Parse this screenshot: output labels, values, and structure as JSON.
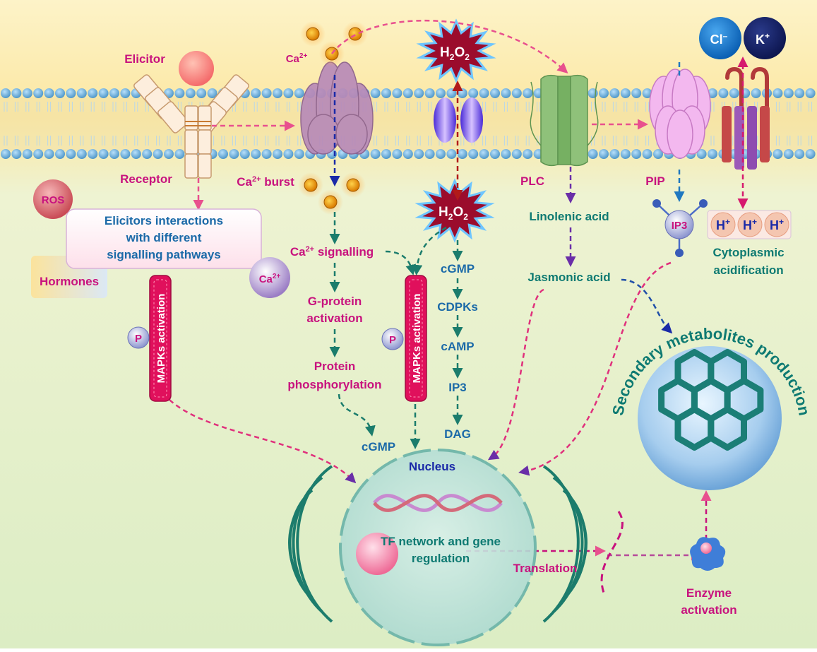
{
  "labels": {
    "elicitor": "Elicitor",
    "receptor": "Receptor",
    "ca_top": "Ca",
    "ca_burst": "Ca",
    "ca_burst_suffix": " burst",
    "ca_signalling": "Ca",
    "ca_signalling_suffix": " signalling",
    "ca_bubble": "Ca",
    "sup_2plus": "2+",
    "h2o2_h": "H",
    "h2o2_o": "O",
    "sub_2": "2",
    "cl": "Cl",
    "k": "K",
    "sup_minus": "–",
    "sup_plus": "+",
    "ros": "ROS",
    "hormones": "Hormones",
    "elicitors_box": [
      "Elicitors interactions",
      "with different",
      "signalling pathways"
    ],
    "mapks": "MAPKs activation",
    "p": "P",
    "gprotein": [
      "G-protein",
      "activation"
    ],
    "protein_phos": [
      "Protein",
      "phosphorylation"
    ],
    "cgmp_left": "cGMP",
    "nucleus": "Nucleus",
    "cascade": [
      "cGMP",
      "CDPKs",
      "cAMP",
      "IP3",
      "DAG"
    ],
    "plc": "PLC",
    "linolenic": "Linolenic acid",
    "jasmonic": "Jasmonic acid",
    "pip": "PIP",
    "ip3": "IP3",
    "h": "H",
    "cyto": [
      "Cytoplasmic",
      "acidification"
    ],
    "secondary": "Secondary metabolites production",
    "tf": [
      "TF network and gene",
      "regulation"
    ],
    "translation": "Translation",
    "enzyme": [
      "Enzyme",
      "activation"
    ]
  },
  "colors": {
    "pink_text": "#c8127e",
    "teal_text": "#0e7a72",
    "blue_text": "#1b6aa8",
    "arrow_pink": "#e8508e",
    "arrow_teal": "#1b7c6c",
    "membrane_lipid": "#6fb0dc",
    "mapk_bar": "#e0105c",
    "h2o2_burst": "#9b0c2c",
    "hexagon": "#1b7e76"
  }
}
